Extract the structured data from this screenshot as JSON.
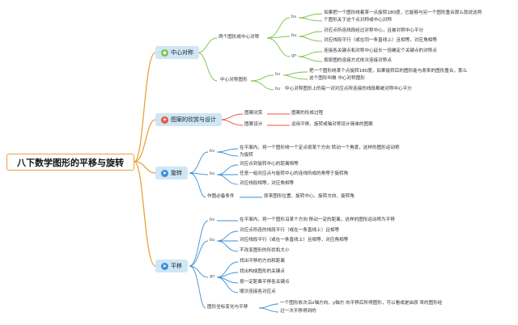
{
  "root": {
    "title": "八下数学图形的平移与旋转"
  },
  "topics": {
    "center": {
      "label": "中心对称",
      "icon": "diamond-icon",
      "icon_color": "#7ac144",
      "pair": {
        "label": "两个图形成中心对称",
        "items": [
          {
            "tag": "bv",
            "lines": [
              "如果把一个图形绕着某一点旋转180度，它能够与另一个图形重合那么就说这两",
              "个图形关于这个点对称或中心对称"
            ]
          },
          {
            "tag": "bu",
            "lines": [
              "对应点所连线段经过对称中心，且被对称中心平分",
              "对应线段平行（或在同一条直线上）且相等，对应角相等"
            ]
          },
          {
            "tag": "gn",
            "lines": [
              "连接各关键点和对称中心延长一倍确定个关键点的对称点",
              "按原图的连接方式依次连接对称点"
            ]
          }
        ]
      },
      "figure": {
        "label": "中心对称图形",
        "items": [
          {
            "tag": "bv",
            "lines": [
              "把一个图形绕某个点旋转180度，如果旋转后的图形能与原来的图形重合，那么",
              "这个图形叫做 中心对称图形"
            ]
          },
          {
            "tag": "bu",
            "lines": [
              "中心对称图形上的每一对对应点所连接的线段都被对称中心平分"
            ]
          }
        ]
      }
    },
    "design": {
      "label": "图案的欣赏与设计",
      "icon": "star-icon",
      "icon_color": "#e8543a",
      "items": [
        {
          "label": "图案欣赏",
          "value": "图案的形成过程"
        },
        {
          "label": "图案设计",
          "value": "运用平移、旋转或轴对称设计简单的图案"
        }
      ]
    },
    "rotation": {
      "label": "旋转",
      "icon": "paper-plane-icon",
      "icon_color": "#3a8fd6",
      "bv": {
        "tag": "bv",
        "lines": [
          "在平面内，将一个图形绕一个定点按某个方向 转动一个角度，这样的图形运动称",
          "为旋转"
        ]
      },
      "bu": {
        "tag": "bu",
        "lines": [
          "对应点到旋转中心的距离相等",
          "任意一组对应点与旋转中心的连线所成的角等于旋转角",
          "对应线段相等，对应角相等"
        ]
      },
      "conditions": {
        "label": "作图必备条件",
        "value": "原来图形位置、旋转中心、旋转方向、旋转角"
      }
    },
    "translation": {
      "label": "平移",
      "icon": "paper-plane-icon",
      "icon_color": "#3a8fd6",
      "bv": {
        "tag": "bv",
        "lines": [
          "在平面内，将一个图形沿某个方向 移动一定的距离，这样的图形运动称为平移"
        ]
      },
      "bu": {
        "tag": "bu",
        "lines": [
          "对应点所连的线段平行（或在一条直线上）且相等",
          "对应线段平行（或在一条直线上）且相等，对应角相等",
          "不改变图形的形状和大小"
        ]
      },
      "gn": {
        "tag": "gn",
        "lines": [
          "找出平移的方向和距离",
          "找出构成图形的关键点",
          "按一定距离平移各关键点",
          "顺次连接各对应点"
        ]
      },
      "coords": {
        "label": "图形坐标变化与平移",
        "lines": [
          "一个图形依次沿x轴方向、y轴方 向平移后所得图形，可以看成是由原 来的图形经",
          "过一次平移得到的"
        ]
      }
    }
  }
}
